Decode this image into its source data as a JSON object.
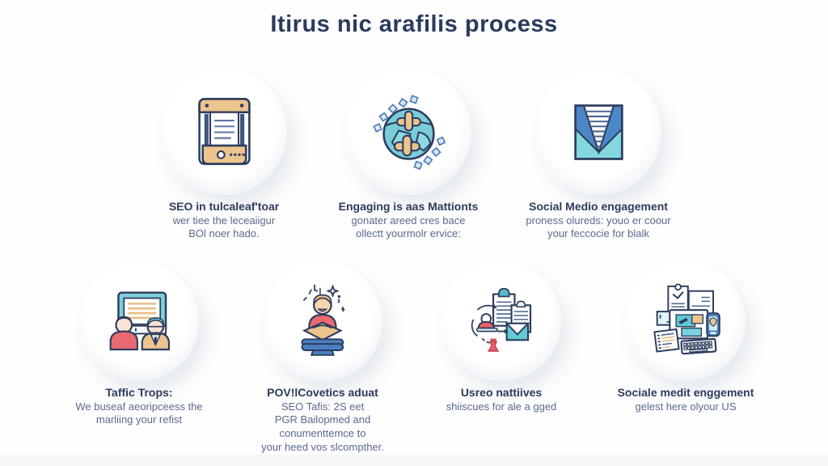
{
  "title": "Itirus nic arafilis process",
  "colors": {
    "navy": "#2d3c5e",
    "teal": "#7fd4dc",
    "blue": "#4a86c6",
    "tan": "#ecc48e",
    "red": "#e96a70",
    "body_text": "#5a6a8e"
  },
  "top_row": [
    {
      "icon": "printer-document-icon",
      "heading": "SEO in tulcaleaf'toar",
      "body": [
        "wer tiee the leceaiigur",
        "BOl noer hado."
      ]
    },
    {
      "icon": "globe-planes-icon",
      "heading": "Engaging is aas Mattionts",
      "body": [
        "gonater areed cres bace",
        "ollectt yourmolr ervice:"
      ]
    },
    {
      "icon": "envelope-icon",
      "heading": "Social Medio engagement",
      "body": [
        "proness olureds: youo er coour",
        "your feccocie for blalk"
      ]
    }
  ],
  "bottom_row": [
    {
      "icon": "people-monitor-icon",
      "heading": "Taffic Trops:",
      "body": [
        "We buseaf aeoripceess the",
        "marliing your refist"
      ]
    },
    {
      "icon": "meditation-reading-icon",
      "heading": "POV!lCovetics aduat",
      "body": [
        "SEO Tafis: 2S eet",
        "PGR Bailopmed and",
        "conumenttemce to",
        "your heed vos slcompther."
      ]
    },
    {
      "icon": "documents-workflow-icon",
      "heading": "Usreo nattiives",
      "body": [
        "shiiscues for ale a gged"
      ]
    },
    {
      "icon": "workspace-devices-icon",
      "heading": "Sociale medit enggement",
      "body": [
        "gelest here olyour US"
      ]
    }
  ]
}
